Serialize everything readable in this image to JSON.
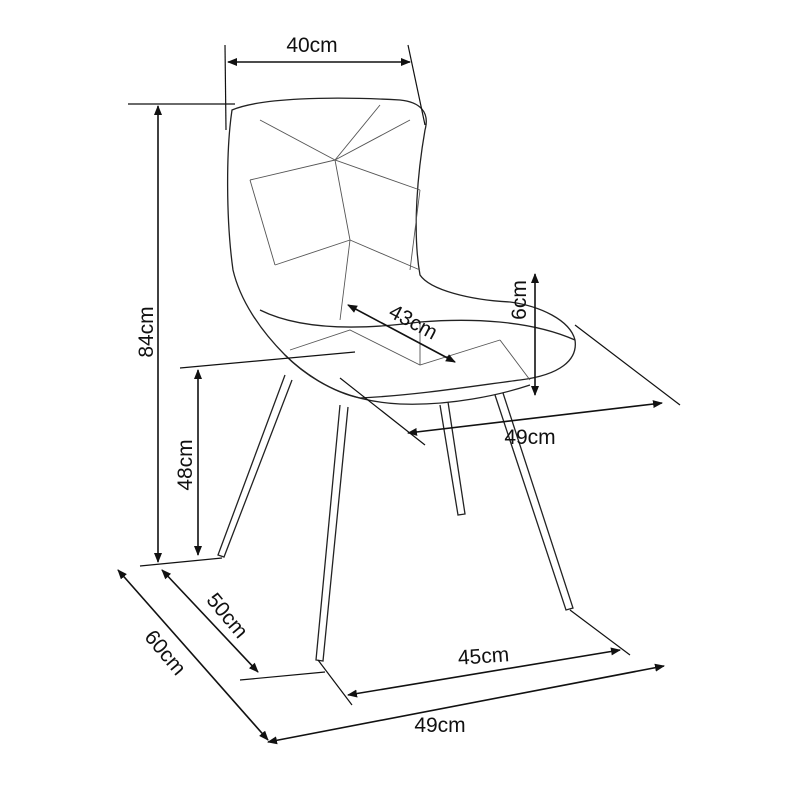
{
  "title": "Chair dimensions",
  "dimensions": {
    "backrest_width": "40cm",
    "total_height": "84cm",
    "seat_depth": "43cm",
    "seat_thickness": "6cm",
    "seat_width": "49cm",
    "seat_height": "48cm",
    "leg_depth": "50cm",
    "total_depth": "60cm",
    "leg_width": "45cm",
    "total_width": "49cm"
  },
  "colors": {
    "line": "#111111",
    "background": "#ffffff"
  }
}
